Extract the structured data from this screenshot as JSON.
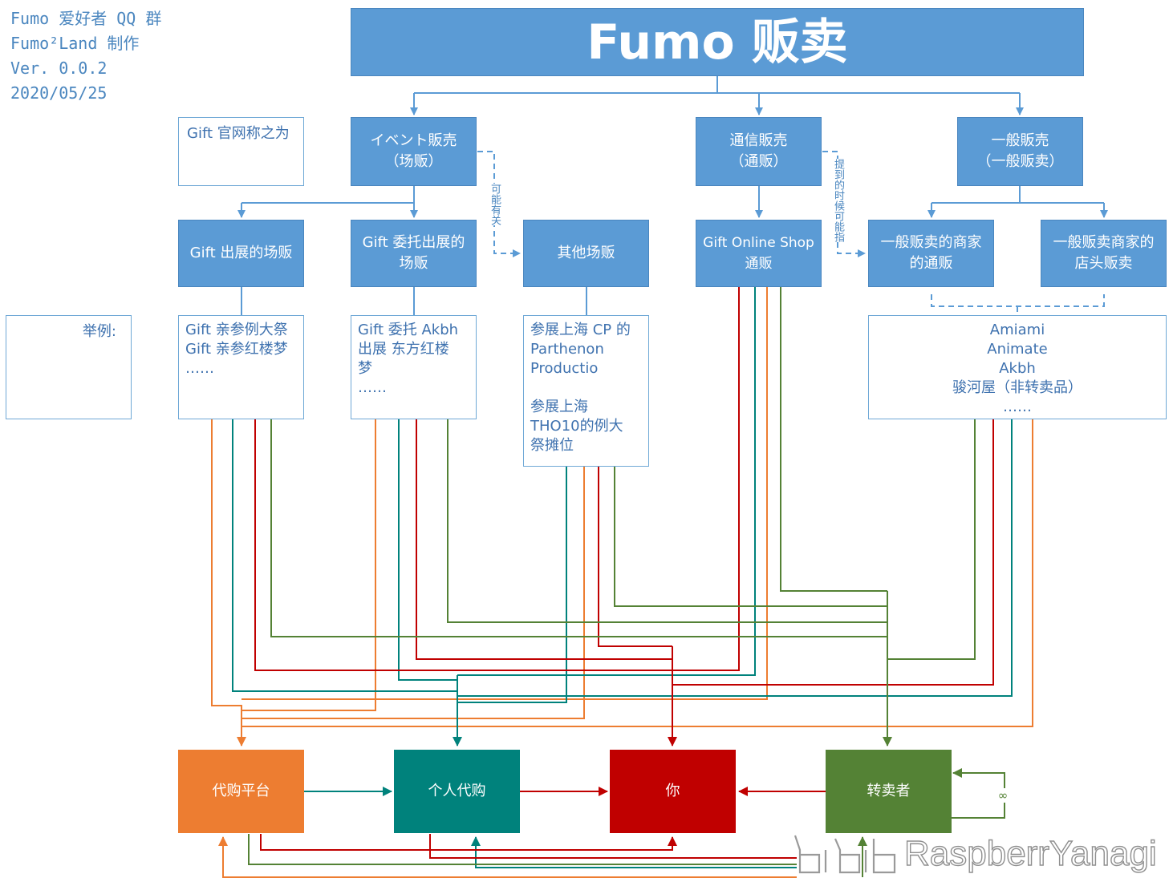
{
  "meta": {
    "line1": "Fumo 爱好者 QQ 群",
    "line2": "Fumo²Land 制作",
    "line3": "Ver. 0.0.2",
    "line4": "2020/05/25"
  },
  "title": "Fumo 贩卖",
  "note_gift": "Gift 官网称之为",
  "note_example": "举例:",
  "level1": {
    "event": {
      "line1": "イベント販売",
      "line2": "（场贩）"
    },
    "mail": {
      "line1": "通信販売",
      "line2": "（通贩）"
    },
    "general": {
      "line1": "一般販売",
      "line2": "（一般贩卖）"
    }
  },
  "level2": {
    "gift_booth": "Gift 出展的场贩",
    "gift_commission": {
      "line1": "Gift 委托出展的",
      "line2": "场贩"
    },
    "other_booth": "其他场贩",
    "gift_online": {
      "line1": "Gift Online Shop",
      "line2": "通贩"
    },
    "general_mail": {
      "line1": "一般贩卖的商家",
      "line2": "的通贩"
    },
    "general_store": {
      "line1": "一般贩卖商家的",
      "line2": "店头贩卖"
    }
  },
  "labels": {
    "maybe_related": "可能有关",
    "maybe_refers": "提到的时候可能指"
  },
  "examples": {
    "gift_booth": [
      "Gift 亲参例大祭",
      "Gift 亲参红楼梦",
      "……"
    ],
    "gift_commission": [
      "Gift 委托 Akbh",
      "出展 东方红楼",
      "梦",
      "……"
    ],
    "other_booth": [
      "参展上海 CP 的",
      "Parthenon",
      "Productio",
      "",
      "参展上海",
      "THO10的例大",
      "祭摊位"
    ],
    "general": [
      "Amiami",
      "Animate",
      "Akbh",
      "骏河屋（非转卖品）",
      "……"
    ]
  },
  "bottom": {
    "platform": "代购平台",
    "personal": "个人代购",
    "you": "你",
    "reseller": "转卖者",
    "infinity": "∞"
  },
  "colors": {
    "blue": "#5b9bd5",
    "orange": "#ed7d31",
    "teal": "#00827c",
    "red": "#c00000",
    "green": "#548235"
  },
  "watermark": "RaspberrYanagi"
}
